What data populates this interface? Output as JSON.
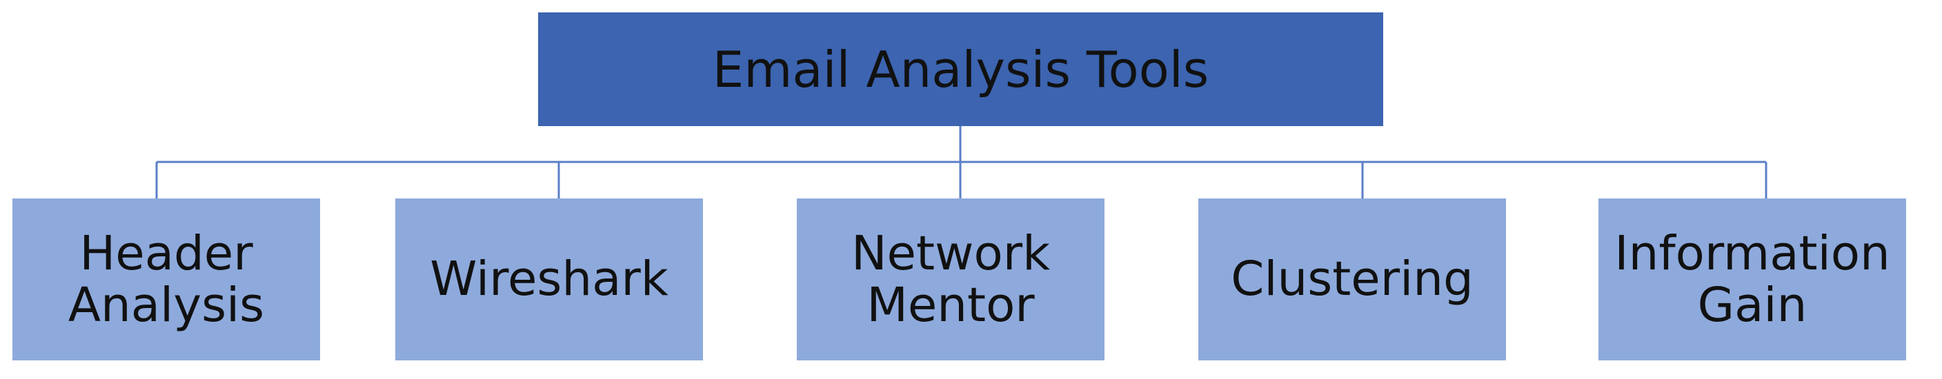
{
  "diagram": {
    "root": {
      "label": "Email Analysis Tools"
    },
    "children": [
      {
        "label": "Header\nAnalysis"
      },
      {
        "label": "Wireshark"
      },
      {
        "label": "Network\nMentor"
      },
      {
        "label": "Clustering"
      },
      {
        "label": "Information\nGain"
      }
    ]
  },
  "colors": {
    "root_fill": "#3c64b0",
    "child_fill": "#8eaadc",
    "connector": "#5b7fc7",
    "text": "#111111"
  }
}
